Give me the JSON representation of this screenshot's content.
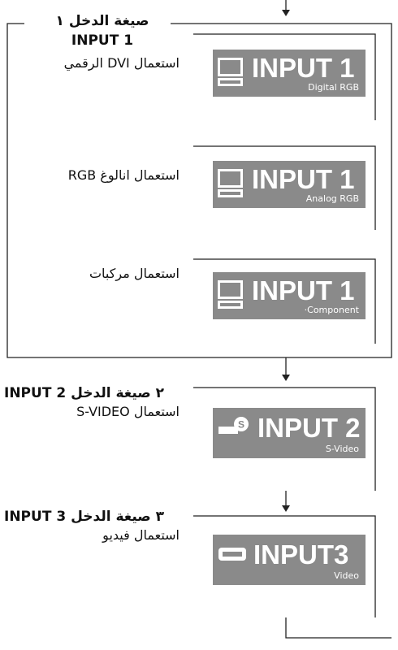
{
  "sections": [
    {
      "heading_ar": "صيغة الدخل ١",
      "heading_en": "INPUT 1",
      "modes": [
        {
          "desc": "استعمال DVI الرقمي",
          "icon": "monitor-icon",
          "label": "INPUT 1",
          "sub": "Digital RGB"
        },
        {
          "desc": "استعمال انالوغ RGB",
          "icon": "monitor-icon",
          "label": "INPUT 1",
          "sub": "Analog RGB"
        },
        {
          "desc": "استعمال مركبات",
          "icon": "monitor-icon",
          "label": "INPUT 1",
          "sub": "·Component"
        }
      ]
    },
    {
      "heading": "INPUT 2 ٢ صيغة الدخل",
      "modes": [
        {
          "desc": "استعمال S-VIDEO",
          "icon": "s-video-plug-icon",
          "label": "INPUT 2",
          "sub": "S-Video"
        }
      ]
    },
    {
      "heading": "INPUT 3 ٣ صيغة الدخل",
      "modes": [
        {
          "desc": "استعمال فيديو",
          "icon": "video-connector-icon",
          "label": "INPUT3",
          "sub": "Video"
        }
      ]
    }
  ],
  "colors": {
    "box": "#8a8a8a",
    "box_text": "#ffffff",
    "line": "#222222"
  }
}
